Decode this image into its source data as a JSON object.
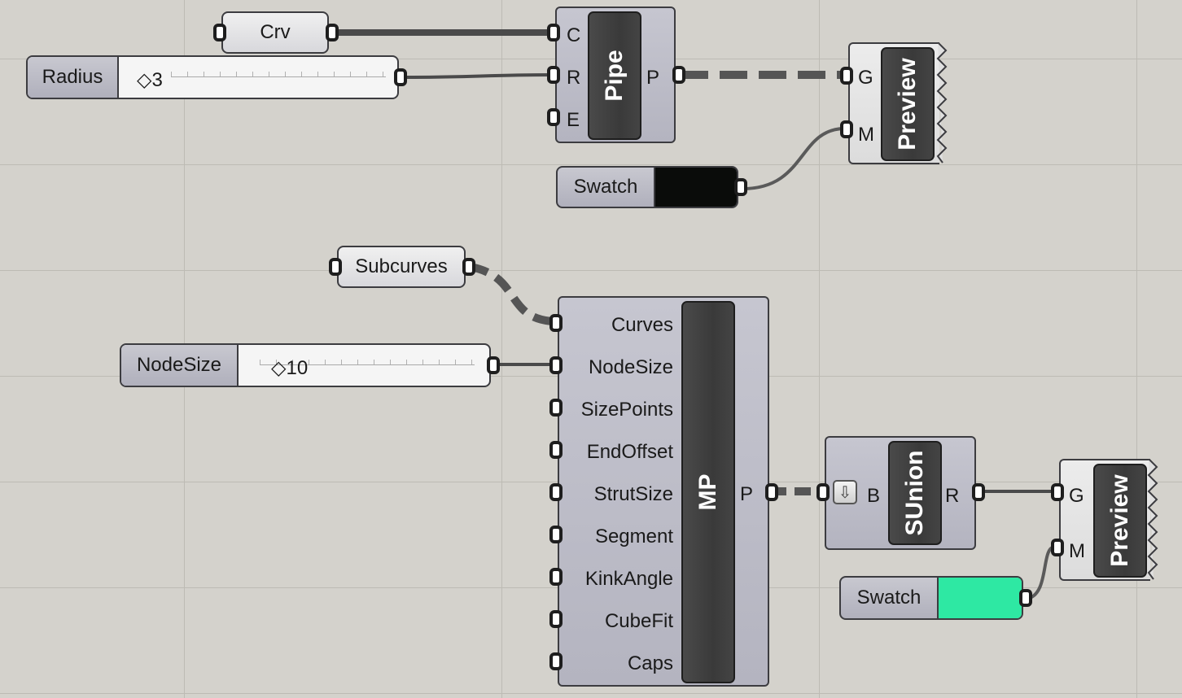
{
  "pipe_group": {
    "crv_param": "Crv",
    "radius_slider": {
      "name": "Radius",
      "value": "3"
    },
    "pipe": {
      "title": "Pipe",
      "inputs": [
        "C",
        "R",
        "E"
      ],
      "output": "P"
    },
    "preview": {
      "title": "Preview",
      "inputs": [
        "G",
        "M"
      ]
    },
    "swatch": {
      "name": "Swatch",
      "color": "#0a0c0a"
    }
  },
  "mp_group": {
    "subcurves_param": "Subcurves",
    "nodesize_slider": {
      "name": "NodeSize",
      "value": "10"
    },
    "mp": {
      "title": "MP",
      "inputs": [
        "Curves",
        "NodeSize",
        "SizePoints",
        "EndOffset",
        "StrutSize",
        "Segment",
        "KinkAngle",
        "CubeFit",
        "Caps"
      ],
      "output": "P"
    },
    "sunion": {
      "title": "SUnion",
      "input": "B",
      "output": "R",
      "flatten_icon": "flatten-down-arrow-icon"
    },
    "preview": {
      "title": "Preview",
      "inputs": [
        "G",
        "M"
      ]
    },
    "swatch": {
      "name": "Swatch",
      "color": "#2ee8a3"
    }
  }
}
